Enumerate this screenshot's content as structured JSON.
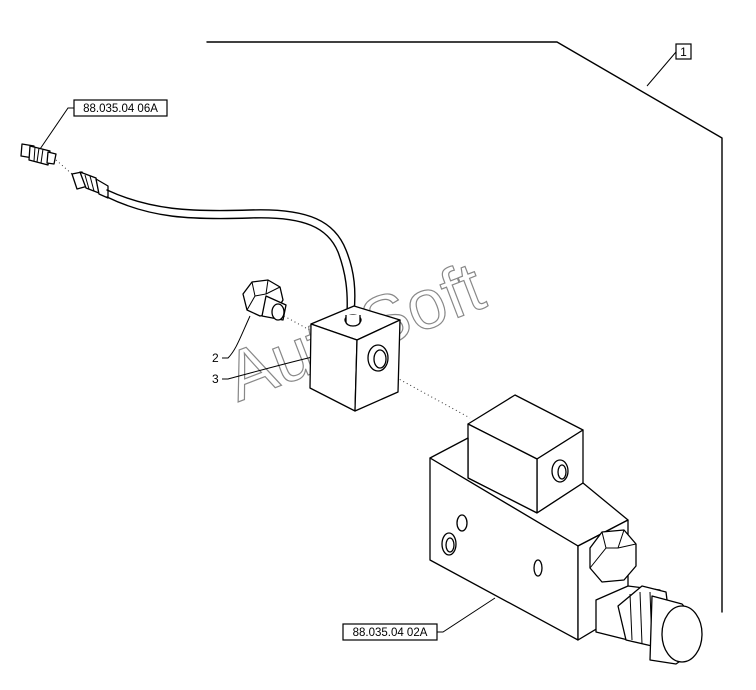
{
  "callouts": {
    "ref_top": "88.035.04 06A",
    "ref_bottom": "88.035.04 02A",
    "assembly_index": "1",
    "item_2": "2",
    "item_3": "3"
  },
  "watermark": "AutoSoft",
  "colors": {
    "line": "#000000",
    "background": "#ffffff",
    "watermark": "#888888"
  }
}
